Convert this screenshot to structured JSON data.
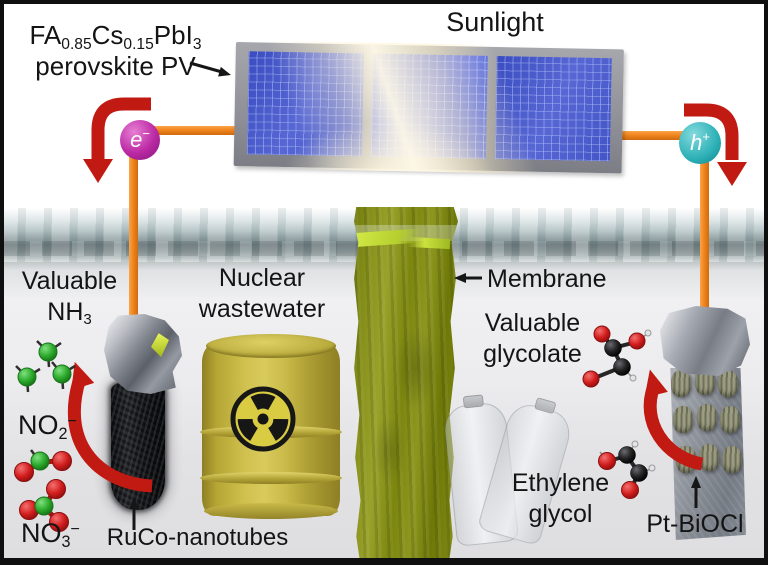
{
  "labels": {
    "sunlight": "Sunlight",
    "pv": {
      "f1": "FA",
      "s1": "0.85",
      "f2": "Cs",
      "s2": "0.15",
      "f3": "PbI",
      "s3": "3",
      "line2": "perovskite PV"
    },
    "electron": {
      "base": "e",
      "sup": "−"
    },
    "hole": {
      "base": "h",
      "sup": "+"
    },
    "nh3": {
      "line1": "Valuable",
      "base": "NH",
      "sub": "3"
    },
    "no2": {
      "base": "NO",
      "sub": "2",
      "sup": "−"
    },
    "no3": {
      "base": "NO",
      "sub": "3",
      "sup": "−"
    },
    "ruco": "RuCo-nanotubes",
    "nuclear": {
      "line1": "Nuclear",
      "line2": "wastewater"
    },
    "membrane": "Membrane",
    "glycolate": {
      "line1": "Valuable",
      "line2": "glycolate"
    },
    "ethylene": {
      "line1": "Ethylene",
      "line2": "glycol"
    },
    "ptbiocl": "Pt-BiOCl"
  },
  "icons": {
    "radiation": "radiation-trefoil-icon",
    "electron_carrier": "electron-sphere-icon",
    "hole_carrier": "hole-sphere-icon",
    "flow_arrows": "red-curved-arrow-icon"
  },
  "colors": {
    "wire": "#f1851e",
    "red_arrow": "#c11a12",
    "electron_sphere": "#bb2aa4",
    "hole_sphere": "#2cb0b6",
    "membrane_olive": "#828c14",
    "barrel_yellow": "#c6b744",
    "panel_blue": "#4355c7",
    "molecule_green": "#2eae2e",
    "molecule_red": "#d42020",
    "molecule_black": "#1e1e1e",
    "water_gray": "#8d9a9c",
    "underwater_gray": "#e6e6e8"
  }
}
